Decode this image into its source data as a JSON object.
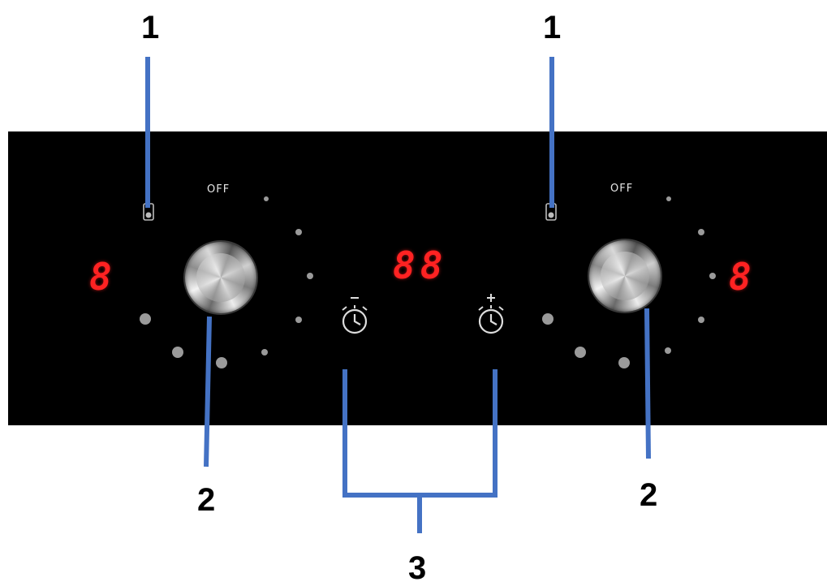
{
  "callouts": {
    "lock_left": "1",
    "lock_right": "1",
    "knob_left": "2",
    "knob_right": "2",
    "timer_group": "3"
  },
  "panel": {
    "off_left": "OFF",
    "off_right": "OFF",
    "display_left": "8",
    "display_center": "88",
    "display_right": "8",
    "timer_minus_symbol": "−",
    "timer_plus_symbol": "+"
  },
  "icons": {
    "lock": "child-lock-icon",
    "timer_minus": "timer-minus-icon",
    "timer_plus": "timer-plus-icon",
    "knob": "control-knob"
  },
  "colors": {
    "panel": "#000000",
    "display": "#ff2222",
    "leader_lines": "#4472c4",
    "indicator_dots": "#9a9a9a"
  }
}
